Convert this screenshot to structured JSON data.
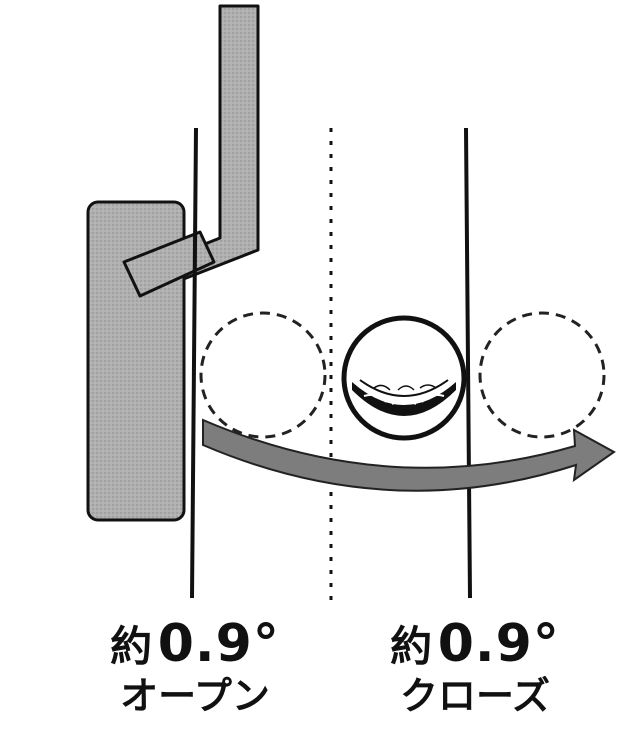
{
  "diagram": {
    "left_label": {
      "prefix": "約",
      "value": "0.9°",
      "state": "オープン"
    },
    "right_label": {
      "prefix": "約",
      "value": "0.9°",
      "state": "クローズ"
    },
    "colors": {
      "putter_fill": "#a9a9a9",
      "line": "#111111",
      "arrow_fill": "#7d7d7d",
      "ball_fill": "#ffffff"
    }
  }
}
